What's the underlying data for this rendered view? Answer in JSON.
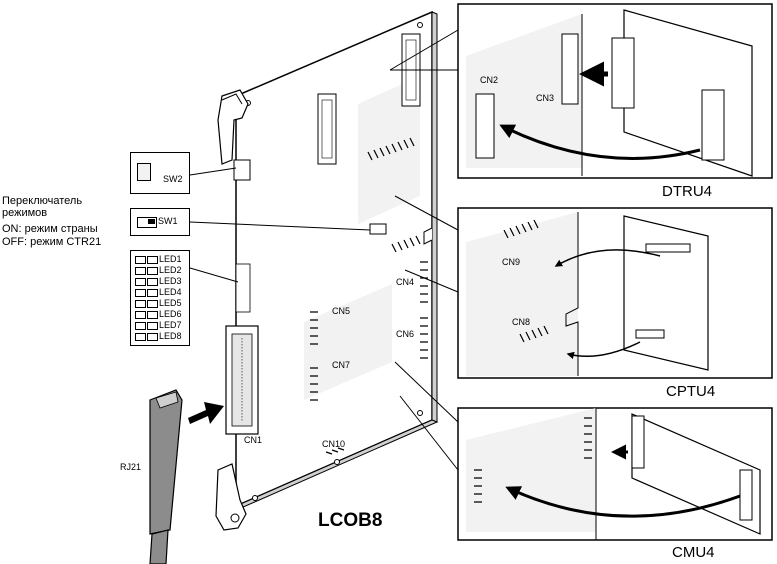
{
  "board_label": "LCOB8",
  "cable_label": "RJ21",
  "connectors": {
    "cn1": "CN1",
    "cn2": "CN2",
    "cn3": "CN3",
    "cn4": "CN4",
    "cn5": "CN5",
    "cn6": "CN6",
    "cn7": "CN7",
    "cn8": "CN8",
    "cn9": "CN9",
    "cn10": "CN10"
  },
  "switches": {
    "sw1": "SW1",
    "sw2": "SW2"
  },
  "mode_switch": {
    "title_line1": "Переключатель",
    "title_line2": "режимов",
    "on_text": "ON: режим страны",
    "off_text": "OFF: режим CTR21"
  },
  "leds": [
    "LED1",
    "LED2",
    "LED3",
    "LED4",
    "LED5",
    "LED6",
    "LED7",
    "LED8"
  ],
  "option_cards": {
    "dtru": "DTRU4",
    "cptu": "CPTU4",
    "cmu": "CMU4"
  }
}
